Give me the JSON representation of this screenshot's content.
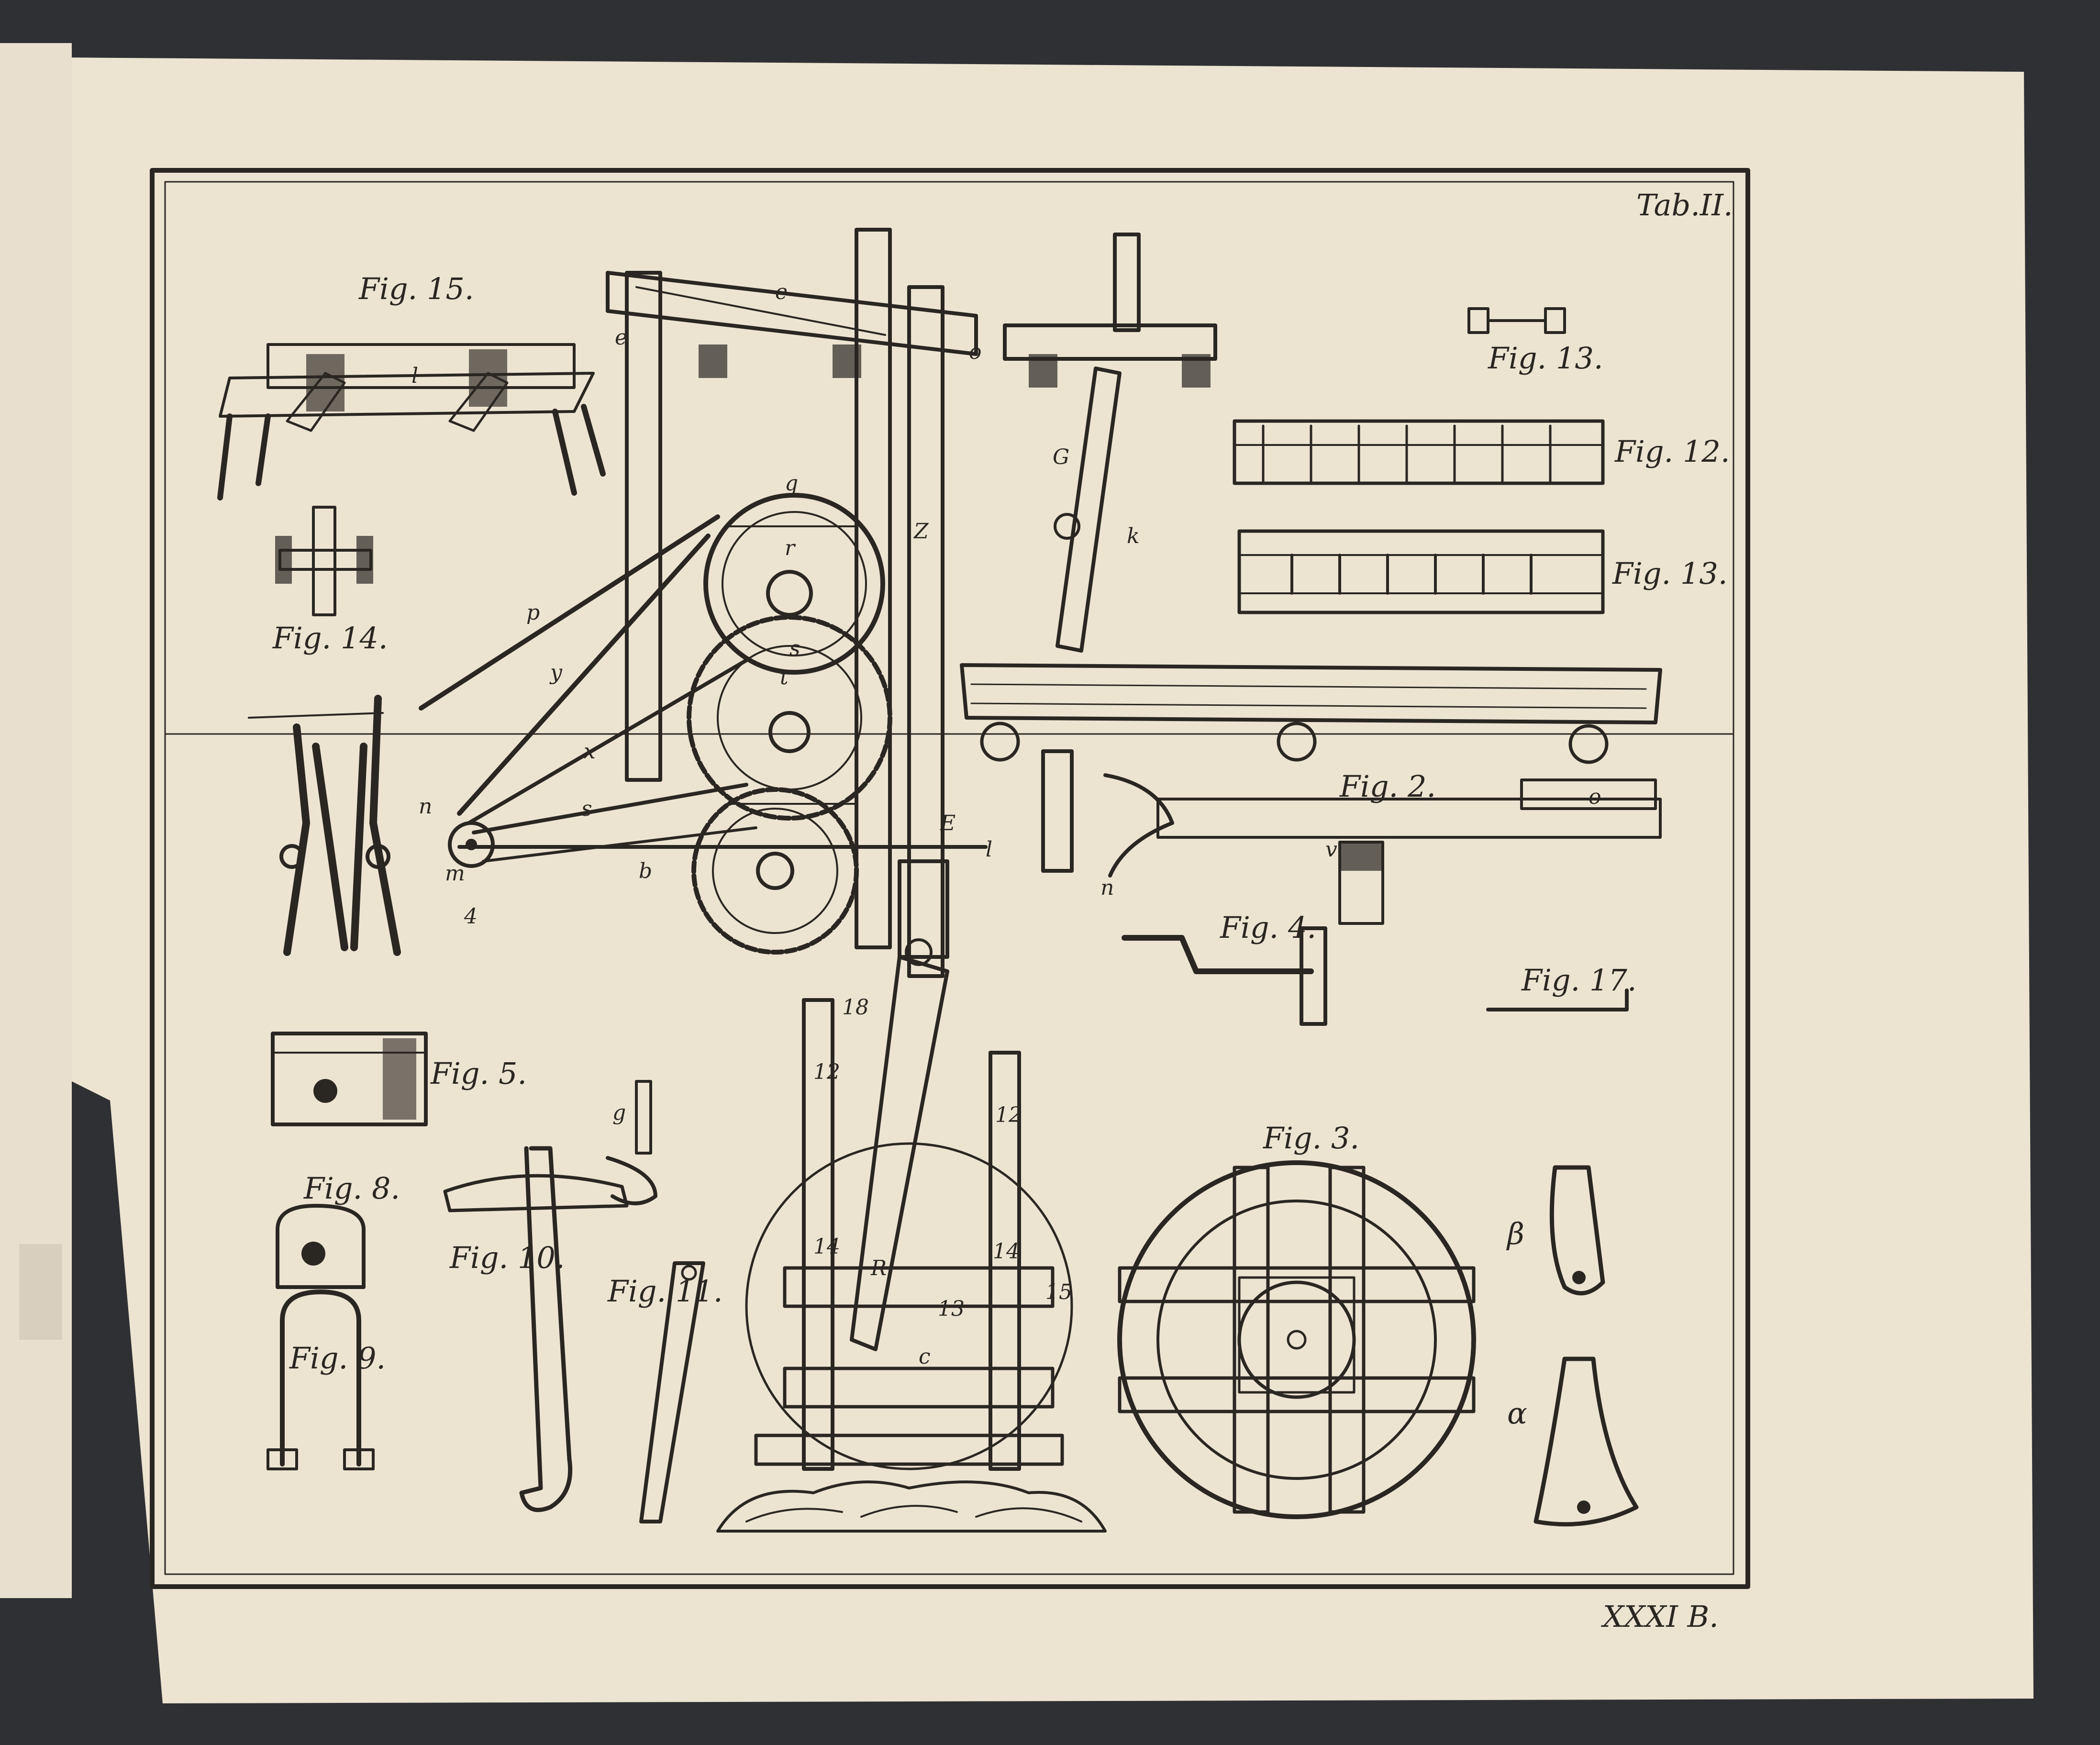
{
  "plate": {
    "table_label": "Tab.II.",
    "plate_number": "XXXI B."
  },
  "figures": {
    "fig15": "Fig. 15.",
    "fig14": "Fig. 14.",
    "fig13_top": "Fig. 13.",
    "fig12": "Fig. 12.",
    "fig13_mid": "Fig. 13.",
    "fig2": "Fig. 2.",
    "fig4": "Fig. 4.",
    "fig17": "Fig. 17.",
    "fig5": "Fig. 5.",
    "fig8": "Fig. 8.",
    "fig9": "Fig. 9.",
    "fig10": "Fig. 10.",
    "fig11": "Fig. 11.",
    "fig3": "Fig. 3."
  },
  "letters": {
    "fig15_l": "l",
    "e_top": "e",
    "e_left": "e",
    "o_top": "o",
    "q": "q",
    "r": "r",
    "Z": "Z",
    "s_upper": "s",
    "t": "t",
    "p": "p",
    "y": "y",
    "x": "x",
    "s_lower": "s",
    "n": "n",
    "m": "m",
    "four": "4",
    "b": "b",
    "E": "E",
    "l_right": "l",
    "G": "G",
    "k": "k",
    "n_fig2": "n",
    "o_fig2": "o",
    "v": "v",
    "eighteen": "18",
    "twelve_left": "12",
    "twelve_right": "12",
    "fourteen_left": "14",
    "fourteen_right": "14",
    "fifteen": "15",
    "R": "R",
    "thirteen": "13",
    "c": "c",
    "g": "g",
    "beta": "β",
    "alpha": "α"
  }
}
